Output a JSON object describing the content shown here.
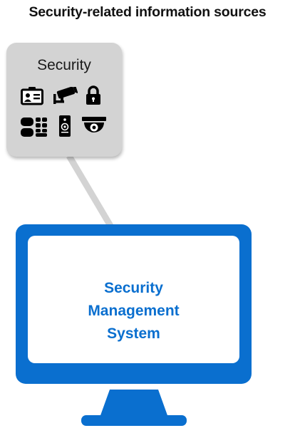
{
  "title": "Security-related information sources",
  "security_card": {
    "label": "Security",
    "icons": [
      "id-badge-icon",
      "security-camera-icon",
      "padlock-icon",
      "keypad-icon",
      "card-reader-icon",
      "dome-camera-icon"
    ]
  },
  "monitor": {
    "lines": [
      "Security",
      "Management",
      "System"
    ]
  },
  "colors": {
    "accent": "#0a6fcf",
    "card_bg": "#d3d3d3",
    "connector": "#d3d3d3",
    "icon": "#000000"
  }
}
